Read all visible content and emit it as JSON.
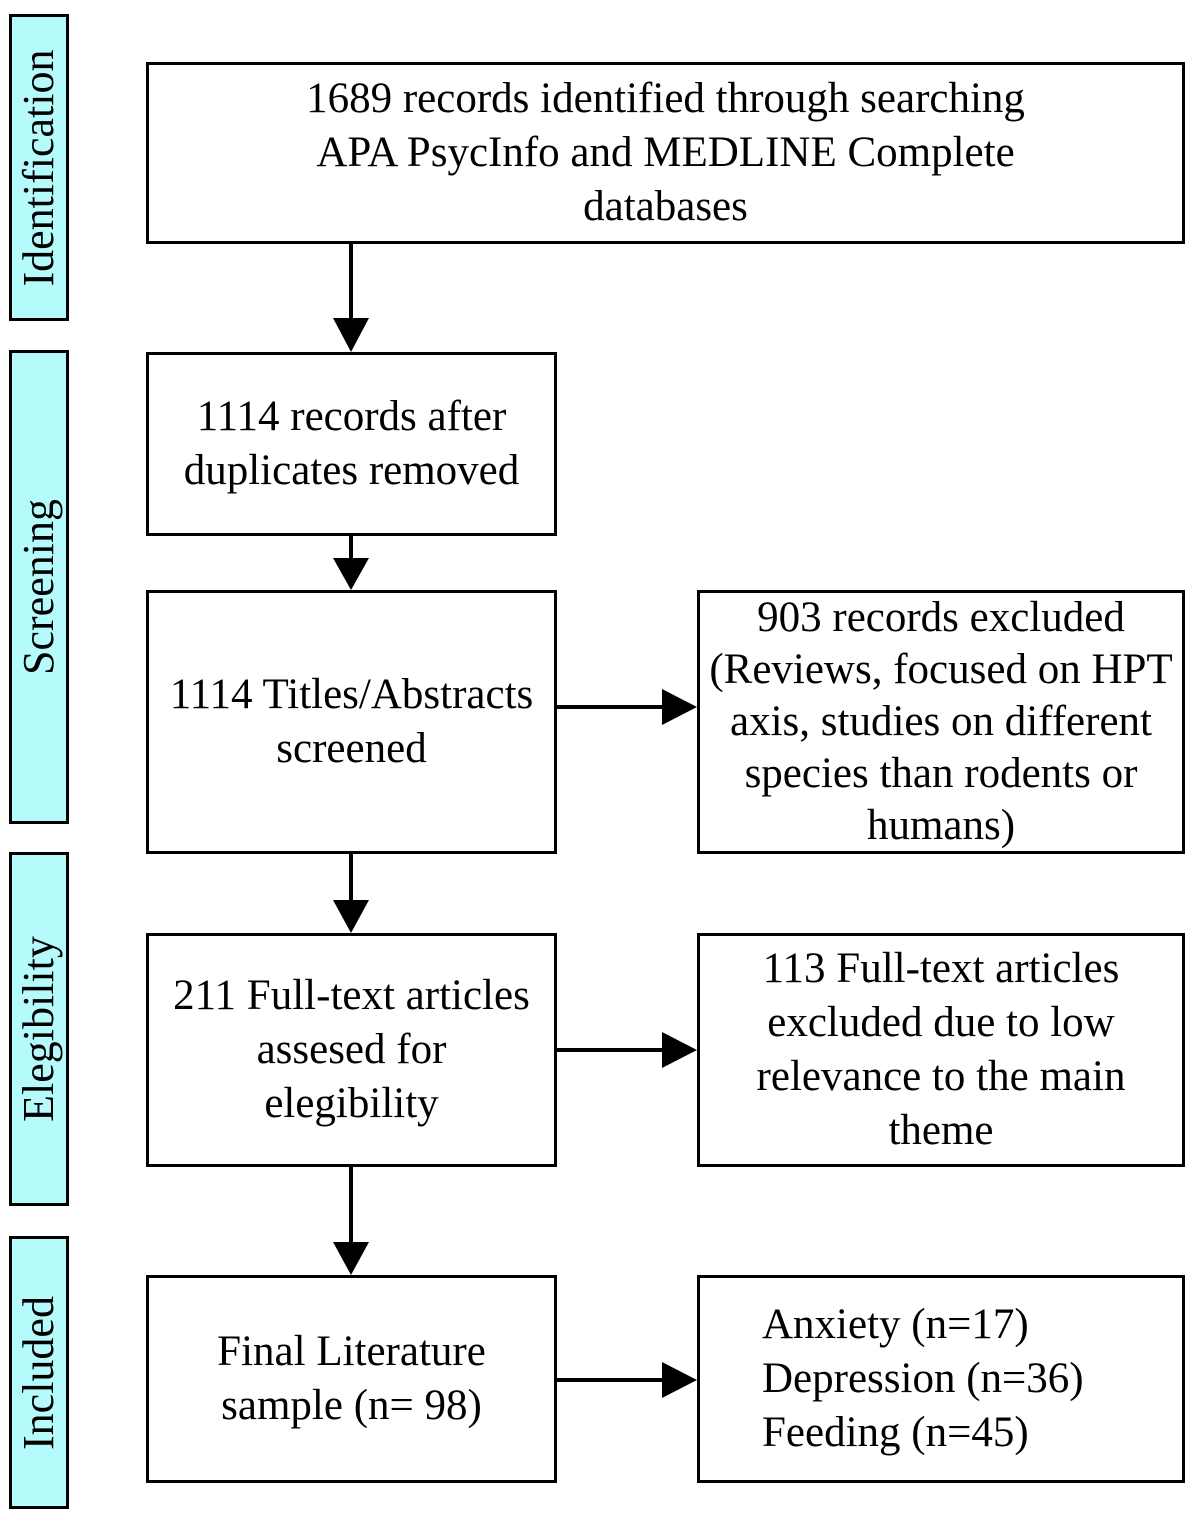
{
  "phases": {
    "identification": "Identification",
    "screening": "Screening",
    "eligibility": "Elegibility",
    "included": "Included"
  },
  "boxes": {
    "identified": "1689 records identified through searching APA PsycInfo and MEDLINE Complete databases",
    "after_duplicates": "1114 records after duplicates removed",
    "screened": "1114 Titles/Abstracts screened",
    "excluded_screening": "903 records excluded (Reviews, focused on HPT axis, studies on different species than rodents or humans)",
    "full_text_assessed": "211 Full-text articles assesed for elegibility",
    "excluded_full_text": "113 Full-text articles excluded due to low relevance to the main theme",
    "final_sample": "Final Literature sample (n= 98)",
    "breakdown": [
      "Anxiety (n=17)",
      "Depression (n=36)",
      "Feeding (n=45)"
    ]
  },
  "colors": {
    "phase_fill": "#b6fbfb",
    "border": "#000000"
  }
}
